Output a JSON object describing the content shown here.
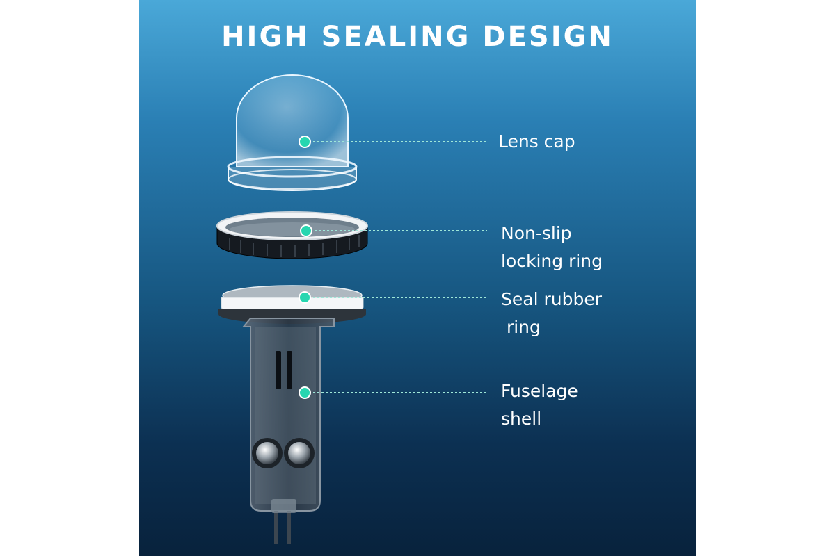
{
  "title": "HIGH SEALING DESIGN",
  "colors": {
    "background_top": "#4aa8d8",
    "background_bottom": "#08223c",
    "marker": "#27d6b0",
    "text": "#ffffff"
  },
  "parts": [
    {
      "label": "Lens cap",
      "marker_icon": "teal-dot-icon"
    },
    {
      "label": "Non-slip\nlocking ring",
      "marker_icon": "teal-dot-icon"
    },
    {
      "label": "Seal rubber\n ring",
      "marker_icon": "teal-dot-icon"
    },
    {
      "label": "Fuselage\nshell",
      "marker_icon": "teal-dot-icon"
    }
  ]
}
